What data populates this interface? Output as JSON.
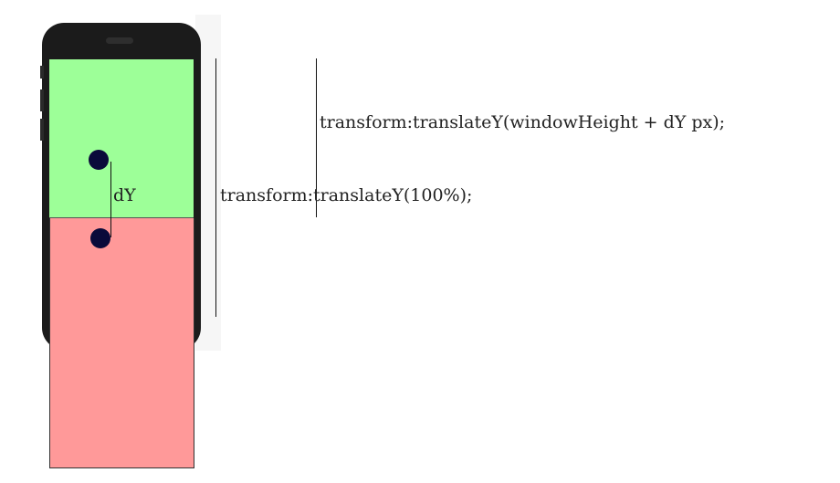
{
  "labels": {
    "offset": "dY",
    "transform_window_height": "transform:translateY(windowHeight + dY px);",
    "transform_percent": "transform:translateY(100%);"
  },
  "colors": {
    "current_page": "#9dff98",
    "next_page": "#ff9999",
    "touch_point": "#0a0a3a",
    "phone_frame": "#1b1b1b"
  }
}
